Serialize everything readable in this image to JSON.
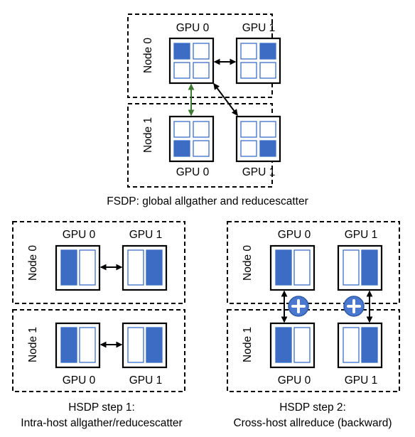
{
  "colors": {
    "shard_fill": "#3d6cc4",
    "shard_outline": "#3b6ec5",
    "cross_node_link": "#3f7a35",
    "plus_badge": "#4a78cf"
  },
  "icons": {
    "reduce": "plus-circle-icon",
    "link": "double-arrow-icon"
  },
  "fsdp": {
    "node0_label": "Node 0",
    "node1_label": "Node 1",
    "node0_gpu0": "GPU 0",
    "node0_gpu1": "GPU 1",
    "node1_gpu0": "GPU 0",
    "node1_gpu1": "GPU 1",
    "caption": "FSDP: global allgather and reducescatter"
  },
  "hsdp1": {
    "node0_label": "Node 0",
    "node1_label": "Node 1",
    "node0_gpu0": "GPU 0",
    "node0_gpu1": "GPU 1",
    "node1_gpu0": "GPU 0",
    "node1_gpu1": "GPU 1",
    "caption_line1": "HSDP step 1:",
    "caption_line2": "Intra-host allgather/reducescatter"
  },
  "hsdp2": {
    "node0_label": "Node 0",
    "node1_label": "Node 1",
    "node0_gpu0": "GPU 0",
    "node0_gpu1": "GPU 1",
    "node1_gpu0": "GPU 0",
    "node1_gpu1": "GPU 1",
    "caption_line1": "HSDP step 2:",
    "caption_line2": "Cross-host allreduce (backward)"
  }
}
